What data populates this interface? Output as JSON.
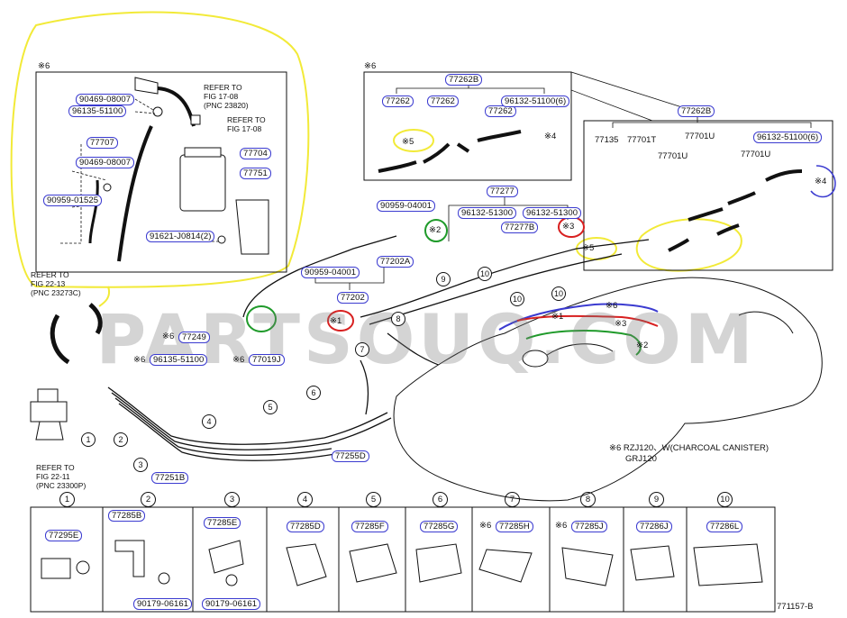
{
  "watermark": "PARTSOUQ.COM",
  "footer_code": "771157-B",
  "note_charcoal": "※6 RZJ120、W(CHARCOAL CANISTER)",
  "note_grj": "GRJ120",
  "refs": {
    "r1708a": {
      "line1": "REFER TO",
      "line2": "FIG 17-08",
      "line3": "(PNC 23820)"
    },
    "r1708b": {
      "line1": "REFER TO",
      "line2": "FIG 17-08"
    },
    "r2213": {
      "line1": "REFER TO",
      "line2": "FIG 22-13",
      "line3": "(PNC 23273C)"
    },
    "r2211": {
      "line1": "REFER TO",
      "line2": "FIG 22-11",
      "line3": "(PNC 23300P)"
    }
  },
  "marks": {
    "m6a": "※6",
    "m6b": "※6",
    "m6c": "※6",
    "m6d": "※6",
    "m6e": "※6",
    "m6f": "※6",
    "m6g": "※6",
    "m6h": "※6",
    "s1": "※1",
    "s2a": "※2",
    "s2b": "※2",
    "s3a": "※3",
    "s3b": "※3",
    "s4a": "※4",
    "s4b": "※4",
    "s5a": "※5",
    "s5b": "※5",
    "s1b": "※1"
  },
  "parts": {
    "p90469a": "90469-08007",
    "p96135a": "96135-51100",
    "p77707": "77707",
    "p90469b": "90469-08007",
    "p77704": "77704",
    "p77751": "77751",
    "p90959a": "90959-01525",
    "p91621": "91621-J0814(2)",
    "p77262B_top": "77262B",
    "p77262a": "77262",
    "p77262b": "77262",
    "p77262c": "77262",
    "p96132a": "96132-51100(6)",
    "p77262B_r": "77262B",
    "p77135": "77135",
    "p77701T": "77701T",
    "p77701Ua": "77701U",
    "p77701Ub": "77701U",
    "p77701Uc": "77701U",
    "p96132b": "96132-51100(6)",
    "p90959b": "90959-04001",
    "p77277": "77277",
    "p96132c": "96132-51300",
    "p96132d": "96132-51300",
    "p77277B": "77277B",
    "p90959c": "90959-04001",
    "p77202A": "77202A",
    "p77202": "77202",
    "p77249": "77249",
    "p96135b": "96135-51100",
    "p77019J": "77019J",
    "p77255D": "77255D",
    "p77251B": "77251B",
    "b77295E": "77295E",
    "b77285B": "77285B",
    "b90179a": "90179-06161",
    "b77285E": "77285E",
    "b90179b": "90179-06161",
    "b77285D": "77285D",
    "b77285F": "77285F",
    "b77285G": "77285G",
    "b77285H": "77285H",
    "b77285J": "77285J",
    "b77286J": "77286J",
    "b77286L": "77286L"
  },
  "circles": [
    "1",
    "2",
    "3",
    "4",
    "5",
    "6",
    "7",
    "8",
    "9",
    "10"
  ],
  "headers": [
    "①",
    "②",
    "③",
    "④",
    "⑤",
    "⑥",
    "⑦",
    "⑧",
    "⑨",
    "⑩"
  ],
  "colors": {
    "highlight_yellow": "#f2ea38",
    "highlight_blue": "#3b3bd0",
    "highlight_red": "#d82020",
    "highlight_green": "#1f9a2a"
  }
}
